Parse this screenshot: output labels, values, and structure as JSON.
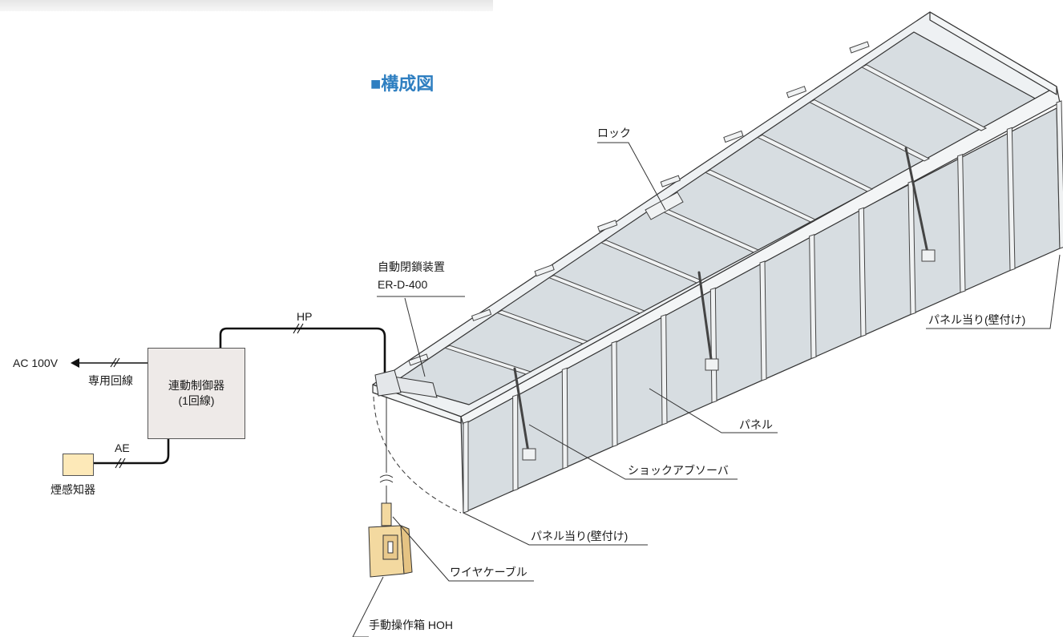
{
  "title": "■構成図",
  "labels": {
    "ac": "AC 100V",
    "dedicated_line": "専用回線",
    "controller_line1": "連動制御器",
    "controller_line2": "(1回線)",
    "ae": "AE",
    "hp": "HP",
    "smoke_detector": "煙感知器",
    "closer_name": "自動閉鎖装置",
    "closer_model": "ER-D-400",
    "lock": "ロック",
    "panel_stop_wall_right": "パネル当り(壁付け)",
    "panel": "パネル",
    "shock_absorber": "ショックアブソーバ",
    "panel_stop_wall_bottom": "パネル当り(壁付け)",
    "wire_cable": "ワイヤケーブル",
    "manual_box": "手動操作箱 HOH"
  },
  "colors": {
    "title": "#2f7fc1",
    "controller_fill": "#eeeae8",
    "sensor_fill": "#fde9b8",
    "manual_box_fill": "#f3d9a0",
    "panel_fill": "#d7dde1",
    "frame_fill": "#eef1f3",
    "line": "#1a1a1a"
  }
}
